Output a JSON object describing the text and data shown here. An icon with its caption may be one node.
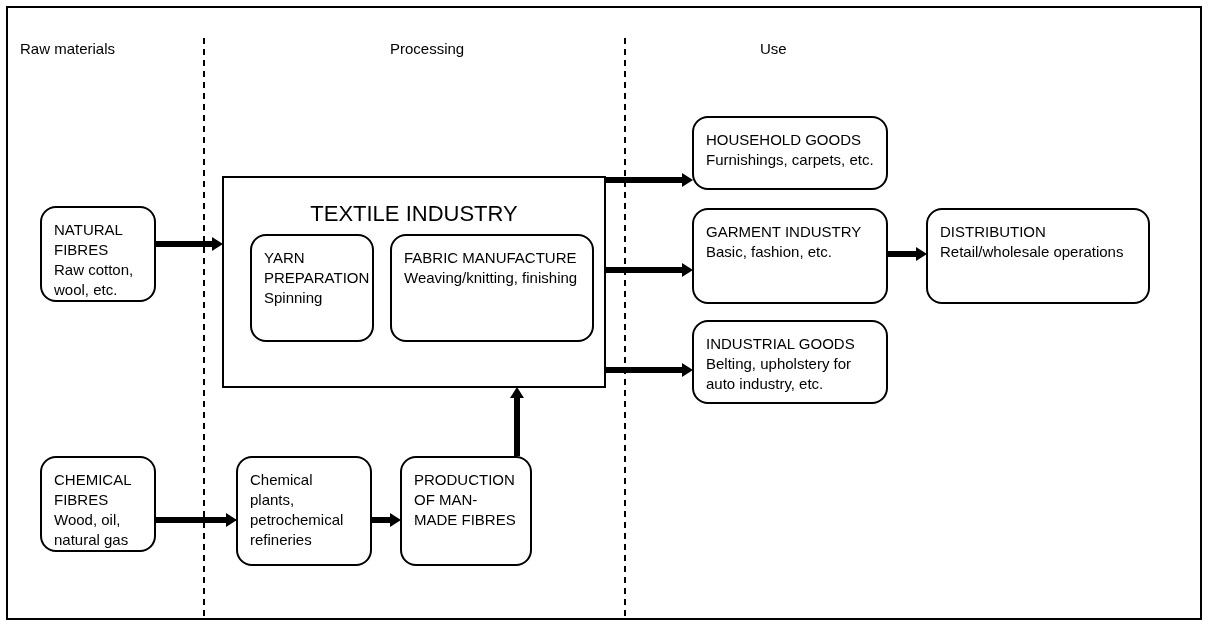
{
  "diagram": {
    "nodes": [
      {
        "text": [
          "NATURAL FIBRES",
          "Raw cotton, wool, etc."
        ]
      },
      {
        "text": [
          "TEXTILE INDUSTRY"
        ]
      },
      {
        "text": [
          "YARN PREPARATION",
          "Spinning"
        ],
        "in": 1
      },
      {
        "text": [
          "FABRIC MANUFACTURE",
          "Weaving/knitting, finishing"
        ],
        "in": 1
      },
      {
        "text": [
          "HOUSEHOLD GOODS",
          "Furnishings, carpets, etc."
        ]
      },
      {
        "text": [
          "GARMENT INDUSTRY",
          "Basic, fashion, etc."
        ]
      },
      {
        "text": [
          "DISTRIBUTION",
          "Retail/wholesale operations"
        ]
      },
      {
        "text": [
          "INDUSTRIAL GOODS",
          "Belting, upholstery for auto industry, etc."
        ]
      },
      {
        "text": [
          "CHEMICAL FIBRES",
          "Wood, oil, natural gas"
        ]
      },
      {
        "text": [
          "Chemical plants, petrochemical refineries"
        ]
      },
      {
        "text": [
          "PRODUCTION OF MAN-MADE FIBRES"
        ]
      }
    ],
    "edges": [
      {
        "from": 0,
        "to": 1,
        "arrow": "to"
      },
      {
        "from": 1,
        "to": 4,
        "arrow": "to"
      },
      {
        "from": 1,
        "to": 5,
        "arrow": "to"
      },
      {
        "from": 5,
        "to": 6,
        "arrow": "to"
      },
      {
        "from": 1,
        "to": 7,
        "arrow": "to"
      },
      {
        "from": 8,
        "to": 9,
        "arrow": "to"
      },
      {
        "from": 9,
        "to": 10,
        "arrow": "to"
      },
      {
        "from": 10,
        "to": 1,
        "arrow": "to"
      }
    ],
    "labels": [
      "Raw materials",
      "Processing",
      "Use"
    ]
  }
}
